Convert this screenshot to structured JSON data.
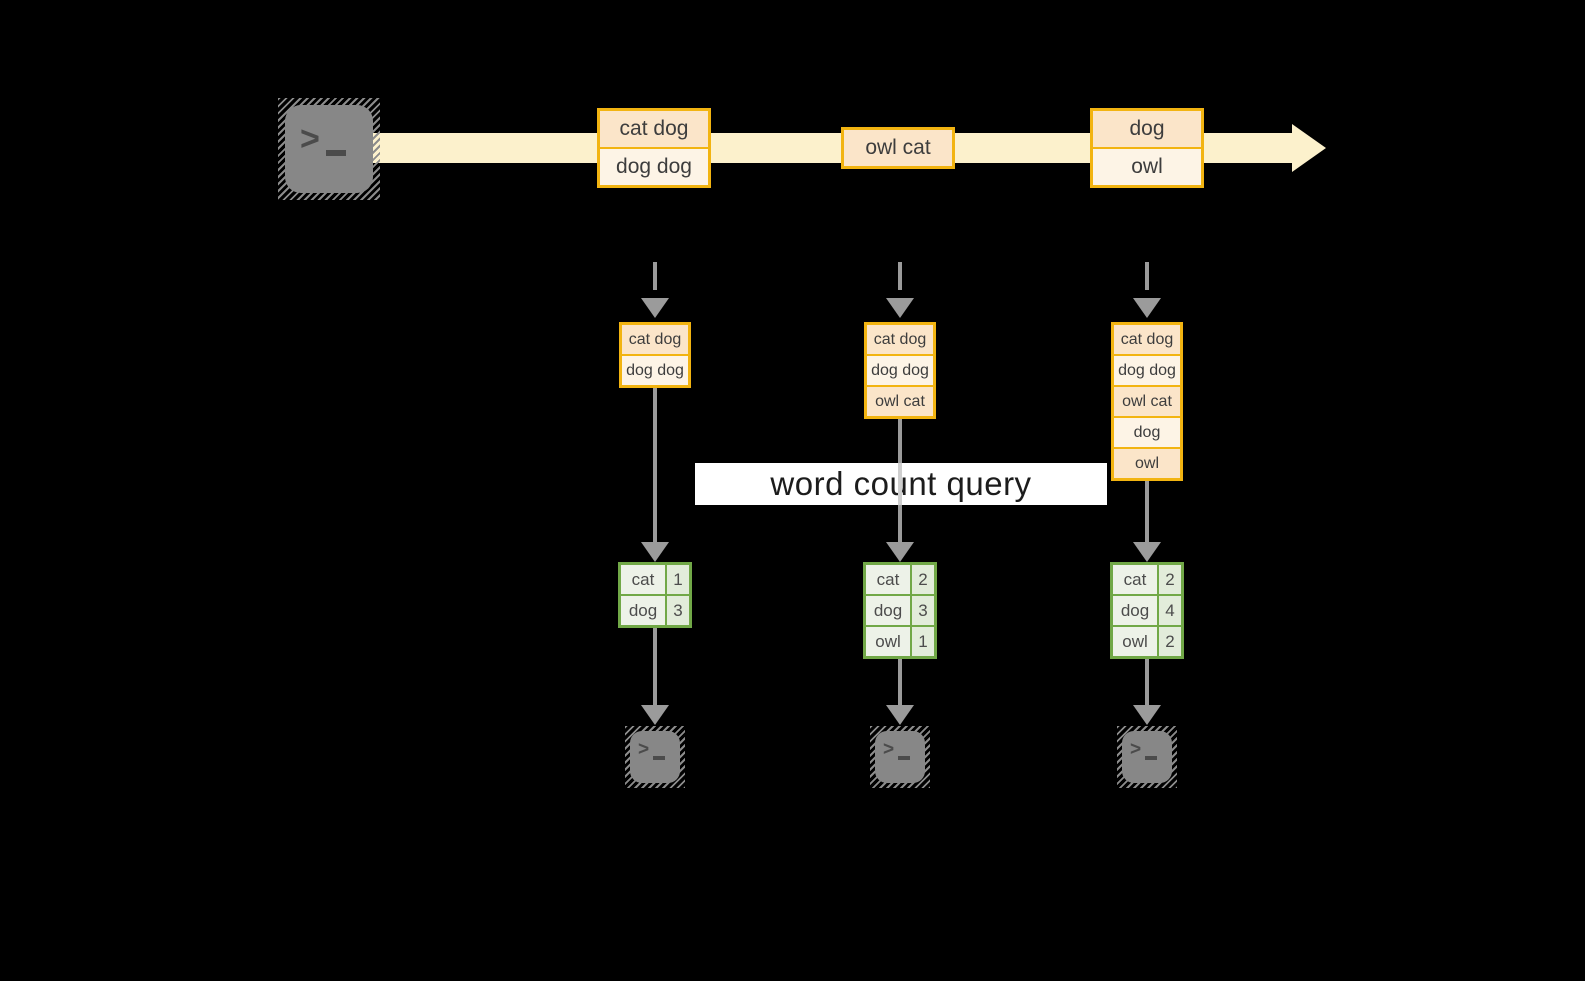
{
  "banner": {
    "label": "word count query"
  },
  "stream": {
    "events": [
      {
        "cells": [
          "cat dog",
          "dog dog"
        ]
      },
      {
        "cells": [
          "owl cat"
        ]
      },
      {
        "cells": [
          "dog",
          "owl"
        ]
      }
    ]
  },
  "state_boxes": [
    {
      "cells": [
        "cat dog",
        "dog dog"
      ]
    },
    {
      "cells": [
        "cat dog",
        "dog dog",
        "owl cat"
      ]
    },
    {
      "cells": [
        "cat dog",
        "dog dog",
        "owl cat",
        "dog",
        "owl"
      ]
    }
  ],
  "result_tables": [
    {
      "rows": [
        {
          "word": "cat",
          "count": "1"
        },
        {
          "word": "dog",
          "count": "3"
        }
      ]
    },
    {
      "rows": [
        {
          "word": "cat",
          "count": "2"
        },
        {
          "word": "dog",
          "count": "3"
        },
        {
          "word": "owl",
          "count": "1"
        }
      ]
    },
    {
      "rows": [
        {
          "word": "cat",
          "count": "2"
        },
        {
          "word": "dog",
          "count": "4"
        },
        {
          "word": "owl",
          "count": "2"
        }
      ]
    }
  ],
  "icons": {
    "source": "terminal-icon",
    "sinks": [
      "terminal-icon",
      "terminal-icon",
      "terminal-icon"
    ]
  },
  "colors": {
    "background": "#000000",
    "band": "#FCF1CC",
    "gold": "#F2B411",
    "peach": "#FBE5C9",
    "cream": "#FDF4E6",
    "green": "#71A847",
    "green_word": "#EDF2E8",
    "green_num": "#E2ECDA",
    "arrow_gray": "#9B9B9B",
    "terminal_gray": "#878787",
    "glyph_gray": "#4B4B4B",
    "banner_bg": "#FFFFFF",
    "banner_text": "#1C1C1C",
    "cell_text": "#3D3D3D"
  }
}
